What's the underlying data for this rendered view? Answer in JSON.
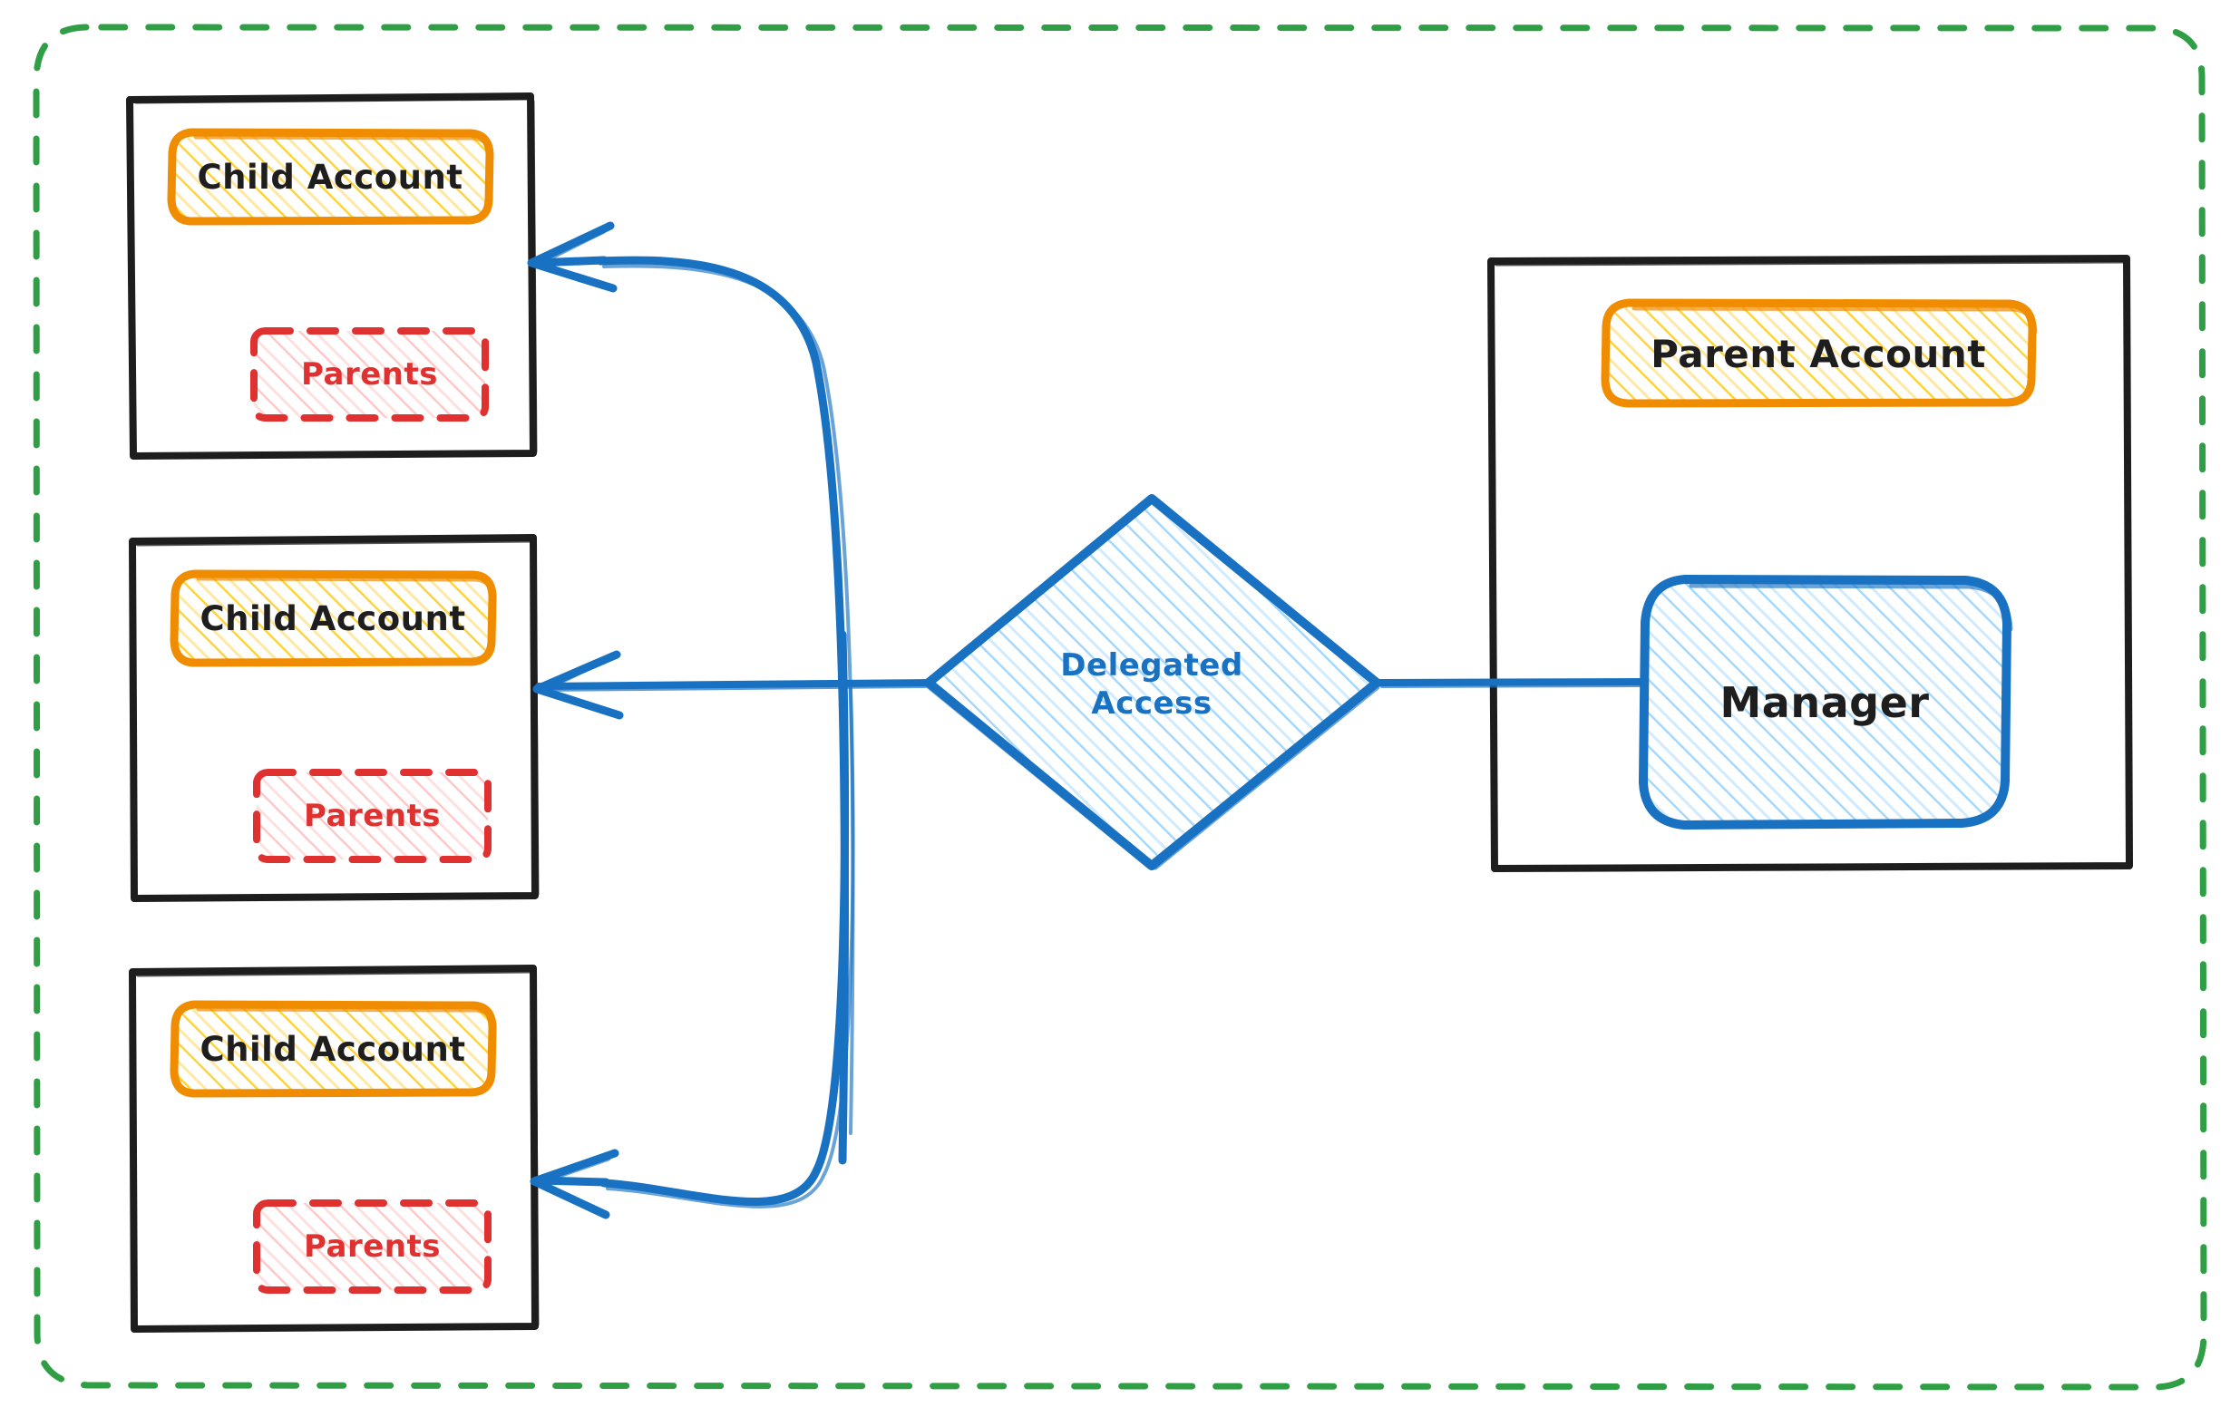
{
  "diagram": {
    "title": "Delegated Access between Parent Account and Child Accounts",
    "style": "hand-drawn / excalidraw",
    "background": "#ffffff"
  },
  "palette": {
    "boundary_green": "#2f9e44",
    "container_black": "#1e1e1e",
    "account_orange_stroke": "#f08c00",
    "account_orange_fill": "#ffd43b",
    "parents_red_stroke": "#e03131",
    "parents_red_fill": "#ff8787",
    "blue_stroke": "#1971c2",
    "blue_fill": "#a5d8ff",
    "text_black": "#1e1e1e"
  },
  "boundary": {
    "name": "organization-boundary",
    "stroke_style": "dashed",
    "color": "#2f9e44"
  },
  "child_accounts": [
    {
      "container_name": "child-account-container-1",
      "account_label": "Child Account",
      "parents_label": "Parents"
    },
    {
      "container_name": "child-account-container-2",
      "account_label": "Child Account",
      "parents_label": "Parents"
    },
    {
      "container_name": "child-account-container-3",
      "account_label": "Child Account",
      "parents_label": "Parents"
    }
  ],
  "parent_account": {
    "container_name": "parent-account-container",
    "account_label": "Parent Account",
    "manager_label": "Manager"
  },
  "delegated_access": {
    "shape": "diamond",
    "label_line1": "Delegated",
    "label_line2": "Access"
  },
  "connections": [
    {
      "name": "connector-manager-to-delegated-access",
      "from": "Manager",
      "to": "Delegated Access",
      "arrow": "none"
    },
    {
      "name": "connector-delegated-access-to-child-1",
      "from": "Delegated Access",
      "to": "Child Account 1",
      "arrow": "end"
    },
    {
      "name": "connector-delegated-access-to-child-2",
      "from": "Delegated Access",
      "to": "Child Account 2",
      "arrow": "end"
    },
    {
      "name": "connector-delegated-access-to-child-3",
      "from": "Delegated Access",
      "to": "Child Account 3",
      "arrow": "end"
    }
  ]
}
